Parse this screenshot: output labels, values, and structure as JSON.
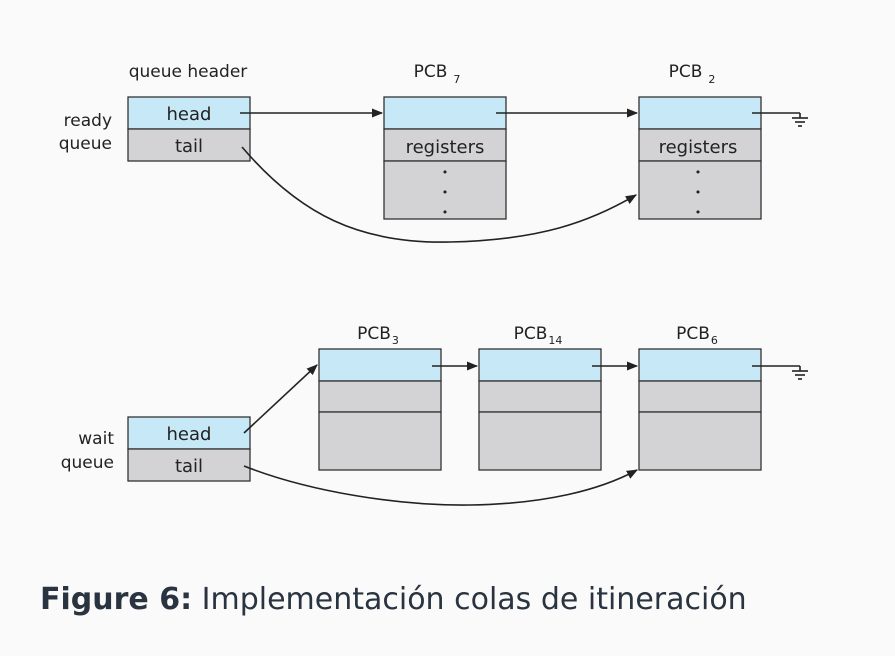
{
  "ready_queue": {
    "label_line1": "ready",
    "label_line2": "queue",
    "header_title": "queue header",
    "head": "head",
    "tail": "tail",
    "pcbs": [
      {
        "name": "PCB",
        "subscript": "7",
        "field": "registers",
        "continuation": "•"
      },
      {
        "name": "PCB",
        "subscript": "2",
        "field": "registers",
        "continuation": "•"
      }
    ]
  },
  "wait_queue": {
    "label_line1": "wait",
    "label_line2": "queue",
    "head": "head",
    "tail": "tail",
    "pcbs": [
      {
        "name": "PCB",
        "subscript": "3"
      },
      {
        "name": "PCB",
        "subscript": "14"
      },
      {
        "name": "PCB",
        "subscript": "6"
      }
    ]
  },
  "caption": {
    "label": "Figure 6:",
    "text": "Implementación colas de itineración"
  },
  "colors": {
    "pointer_cell": "#c6e8f7",
    "body_cell": "#d3d3d5",
    "caption_text": "#2a3440"
  }
}
